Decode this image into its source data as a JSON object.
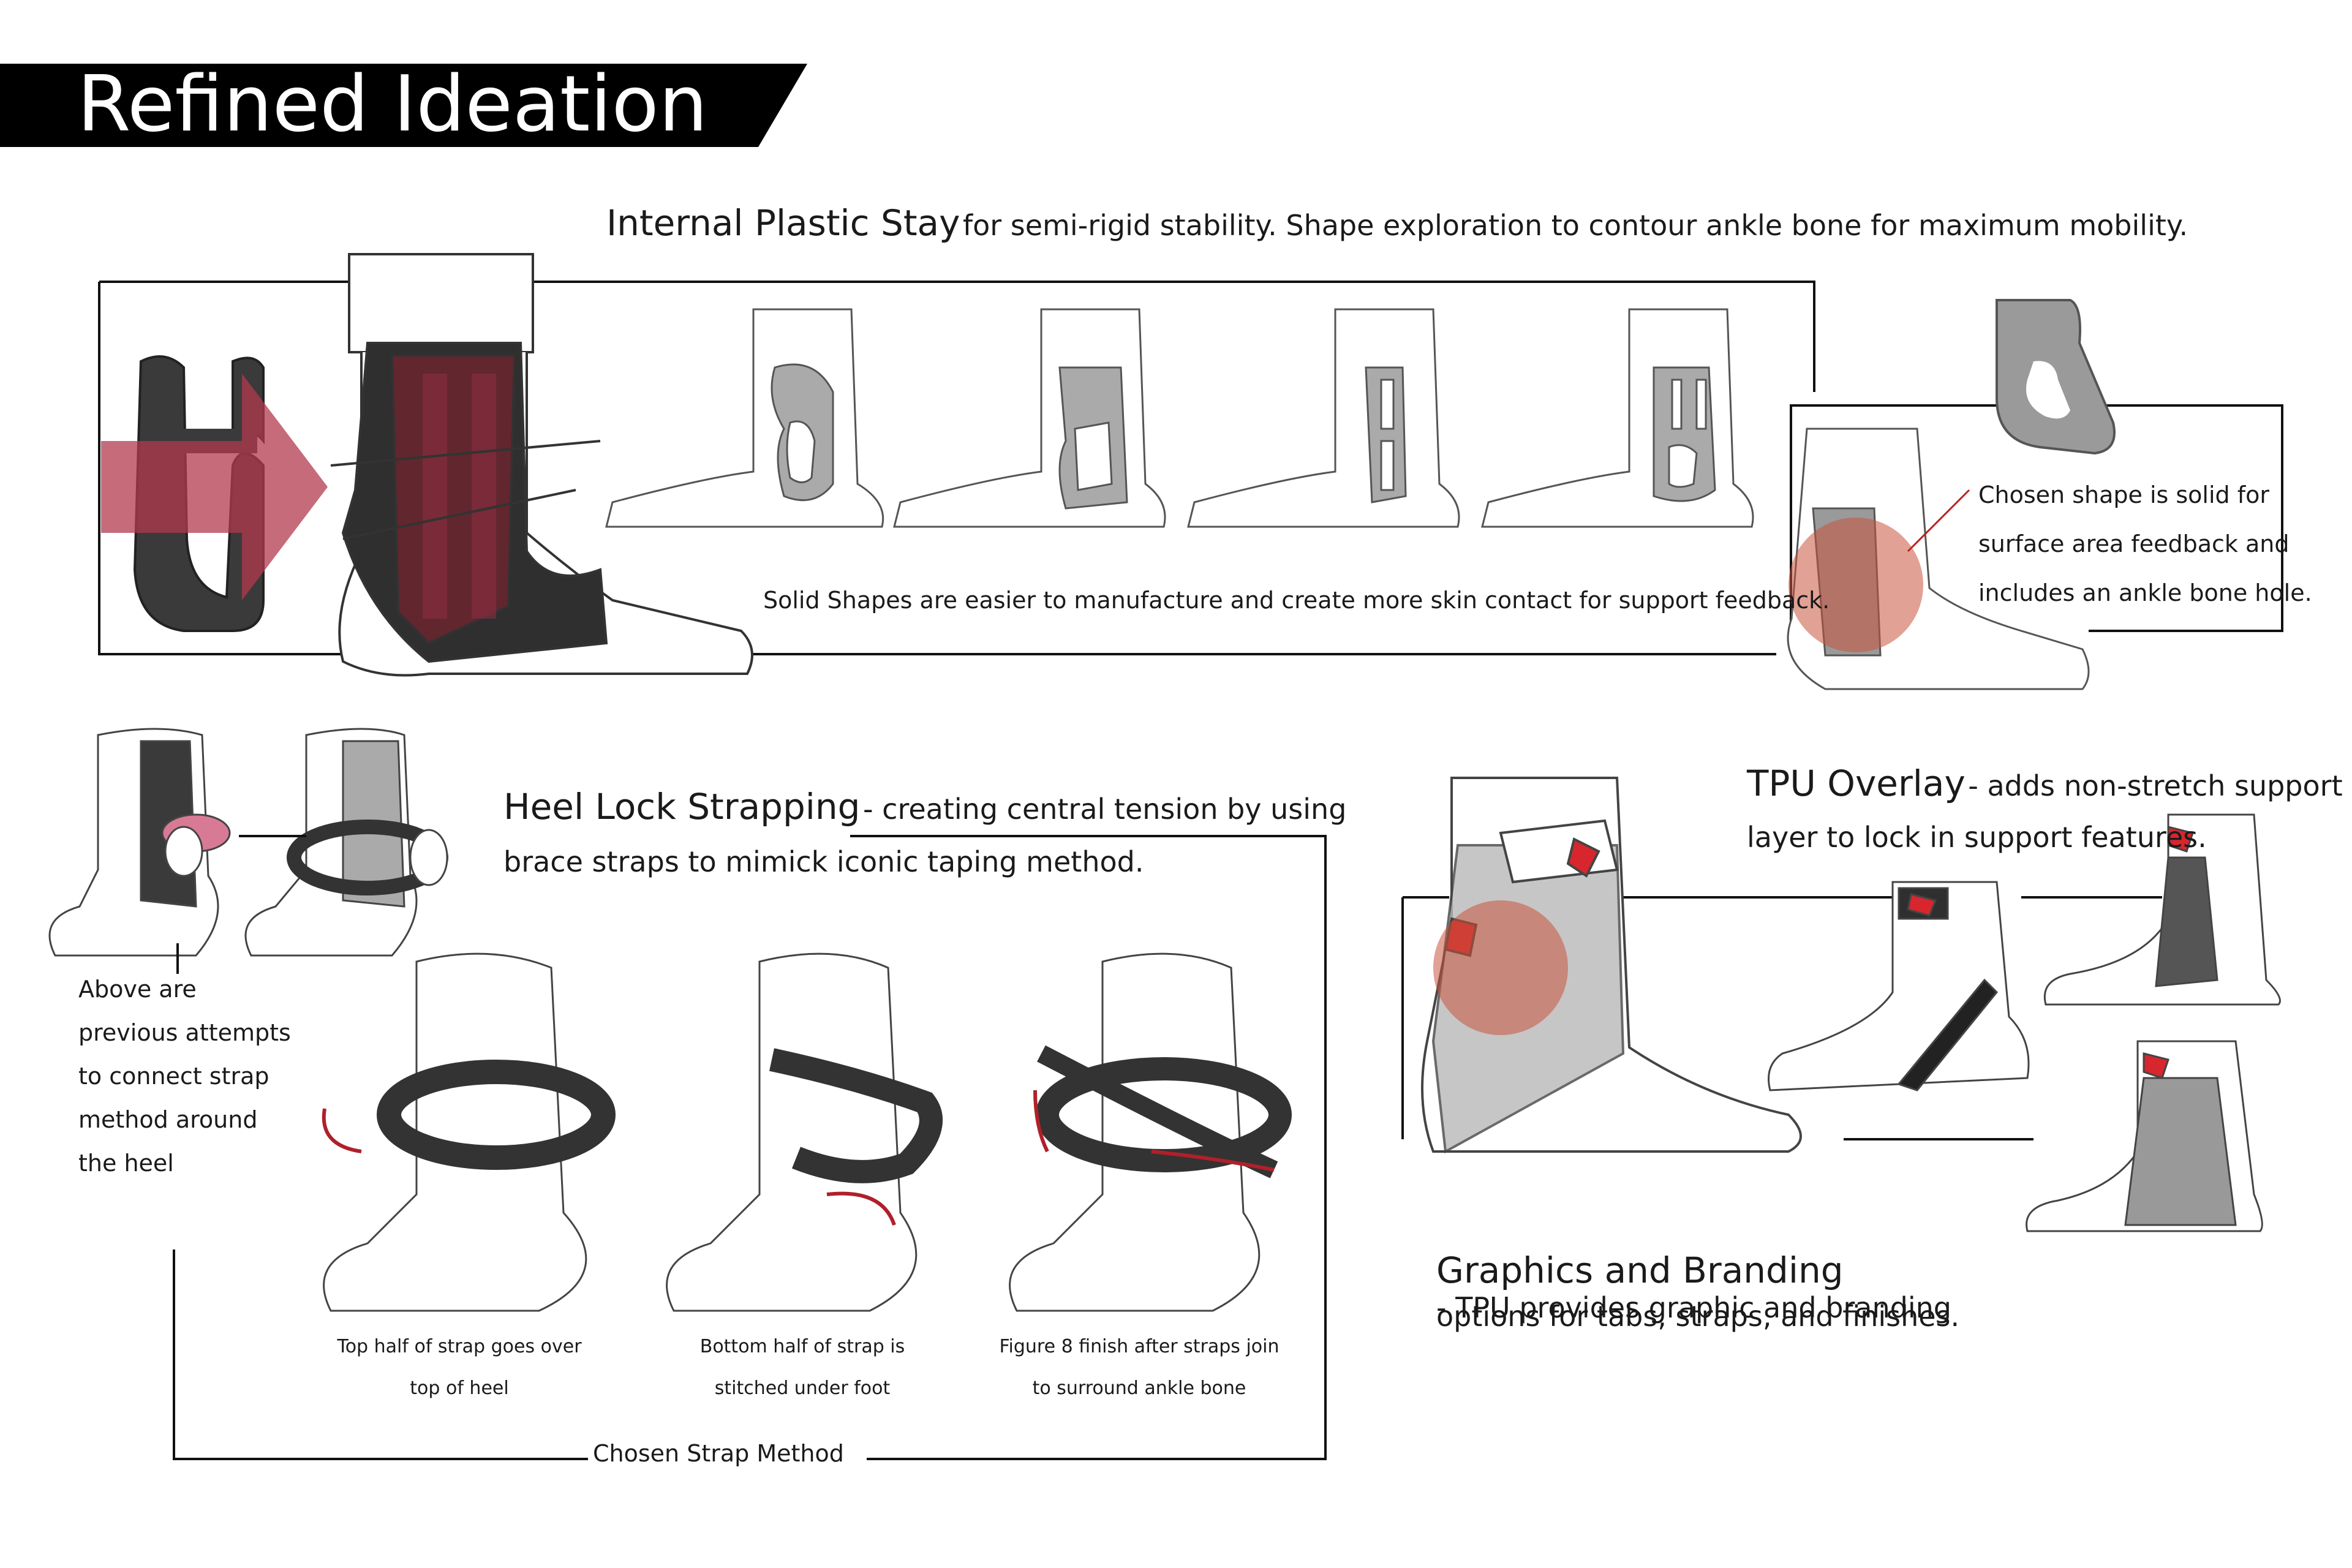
{
  "header": {
    "title": "Refined Ideation"
  },
  "stay_section": {
    "heading": "Internal Plastic Stay",
    "subheading": "for semi-rigid stability. Shape exploration to contour ankle bone for maximum mobility.",
    "note": "Solid Shapes are easier to manufacture and create more skin contact for support feedback.",
    "chosen_note": [
      "Chosen shape is solid for",
      "surface area feedback and",
      "includes an ankle bone hole."
    ]
  },
  "heel_section": {
    "heading": "Heel Lock Strapping",
    "subheading_line1": "- creating central tension by using",
    "subheading_line2": "brace straps to mimick iconic taping method.",
    "previous_note": [
      "Above are",
      "previous attempts",
      "to connect strap",
      "method around",
      "the heel"
    ],
    "captions": [
      [
        "Top half of strap goes over",
        "top of heel"
      ],
      [
        "Bottom half of strap is",
        "stitched under foot"
      ],
      [
        "Figure 8 finish after straps join",
        "to surround ankle bone"
      ]
    ],
    "chosen_label": "Chosen Strap Method"
  },
  "tpu_section": {
    "heading": "TPU Overlay",
    "subheading_line1": "- adds non-stretch support",
    "subheading_line2": "layer to lock in support features."
  },
  "branding_section": {
    "heading": "Graphics and Branding",
    "subheading_line1": "- TPU provides graphic and branding",
    "subheading_line2": "options for tabs, straps, and finishes."
  },
  "colors": {
    "accent_red": "#b23a4e",
    "brand_red": "#d7262e",
    "highlight_circle": "#c8533d",
    "dark_gray": "#3a3a3a",
    "mid_gray": "#9a9a9a"
  }
}
